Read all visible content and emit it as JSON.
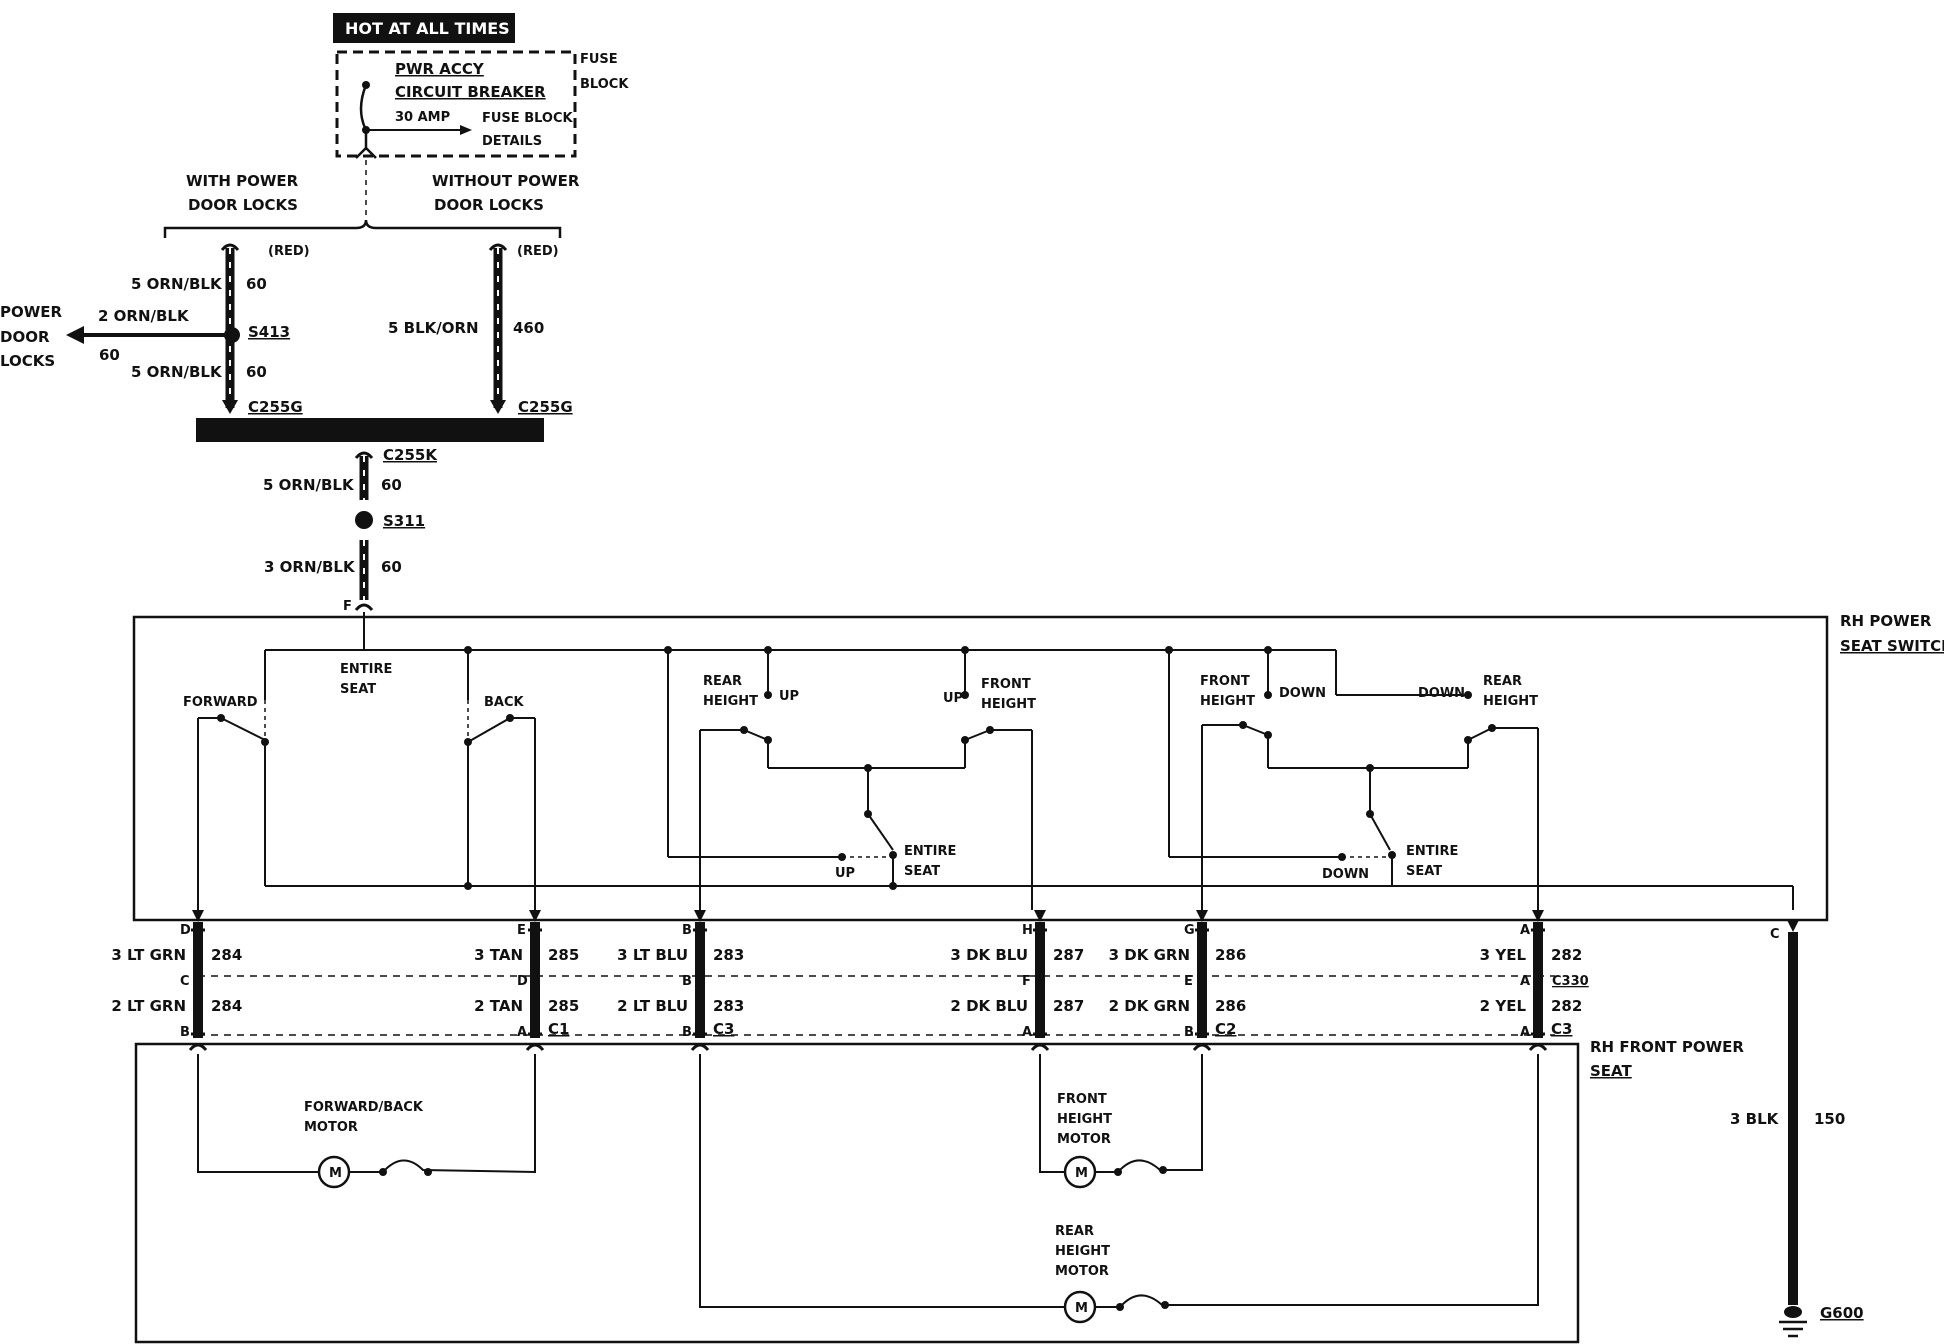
{
  "header": {
    "hot_at_all_times": "HOT AT ALL TIMES"
  },
  "fuse_block": {
    "label_line1": "FUSE",
    "label_line2": "BLOCK",
    "breaker_line1": "PWR ACCY",
    "breaker_line2": "CIRCUIT BREAKER",
    "rating": "30 AMP",
    "details_line1": "FUSE BLOCK",
    "details_line2": "DETAILS"
  },
  "branches": {
    "with_line1": "WITH POWER",
    "with_line2": "DOOR LOCKS",
    "without_line1": "WITHOUT POWER",
    "without_line2": "DOOR LOCKS",
    "red_left": "(RED)",
    "red_right": "(RED)"
  },
  "upper_wires": {
    "w1_label": "5 ORN/BLK",
    "w1_num": "60",
    "w2_label": "2 ORN/BLK",
    "w2_num": "60",
    "w3_label": "5 ORN/BLK",
    "w3_num": "60",
    "w4_label": "5 BLK/ORN",
    "w4_num": "460",
    "splice_s413": "S413",
    "c255g_left": "C255G",
    "c255g_right": "C255G",
    "c255k": "C255K",
    "w5_label": "5 ORN/BLK",
    "w5_num": "60",
    "splice_s311": "S311",
    "w6_label": "3 ORN/BLK",
    "w6_num": "60",
    "pin_f": "F",
    "power_door_locks_1": "POWER",
    "power_door_locks_2": "DOOR",
    "power_door_locks_3": "LOCKS"
  },
  "switch": {
    "title_line1": "RH POWER",
    "title_line2": "SEAT SWITCH",
    "forward": "FORWARD",
    "entire_seat_1": "ENTIRE",
    "entire_seat_2": "SEAT",
    "back": "BACK",
    "rear_height_1": "REAR",
    "rear_height_2": "HEIGHT",
    "up_1": "UP",
    "up_2": "UP",
    "front_height_1": "FRONT",
    "front_height_2": "HEIGHT",
    "entire_a_1": "ENTIRE",
    "entire_a_2": "SEAT",
    "up_3": "UP",
    "front_height_b1": "FRONT",
    "front_height_b2": "HEIGHT",
    "down_1": "DOWN",
    "down_2": "DOWN",
    "rear_height_b1": "REAR",
    "rear_height_b2": "HEIGHT",
    "entire_b_1": "ENTIRE",
    "entire_b_2": "SEAT",
    "down_3": "DOWN"
  },
  "lower_wires": [
    {
      "pin_top": "D",
      "top_label": "3 LT GRN",
      "num_top": "284",
      "pin_mid": "C",
      "bot_label": "2 LT GRN",
      "num_bot": "284",
      "pin_bot": "B",
      "conn": ""
    },
    {
      "pin_top": "E",
      "top_label": "3 TAN",
      "num_top": "285",
      "pin_mid": "D",
      "bot_label": "2 TAN",
      "num_bot": "285",
      "pin_bot": "A",
      "conn": "C1"
    },
    {
      "pin_top": "B",
      "top_label": "3 LT BLU",
      "num_top": "283",
      "pin_mid": "B",
      "bot_label": "2 LT BLU",
      "num_bot": "283",
      "pin_bot": "B",
      "conn": "C3"
    },
    {
      "pin_top": "H",
      "top_label": "3 DK BLU",
      "num_top": "287",
      "pin_mid": "F",
      "bot_label": "2 DK BLU",
      "num_bot": "287",
      "pin_bot": "A",
      "conn": ""
    },
    {
      "pin_top": "G",
      "top_label": "3 DK GRN",
      "num_top": "286",
      "pin_mid": "E",
      "bot_label": "2 DK GRN",
      "num_bot": "286",
      "pin_bot": "B",
      "conn": "C2"
    },
    {
      "pin_top": "A",
      "top_label": "3 YEL",
      "num_top": "282",
      "pin_mid": "A",
      "bot_label": "2 YEL",
      "num_bot": "282",
      "pin_bot": "A",
      "conn": "C3"
    }
  ],
  "c330": "C330",
  "ground": {
    "pin": "C",
    "label": "3 BLK",
    "num": "150",
    "ground_id": "G600"
  },
  "seat": {
    "title_line1": "RH FRONT POWER",
    "title_line2": "SEAT",
    "fb_motor_1": "FORWARD/BACK",
    "fb_motor_2": "MOTOR",
    "fh_motor_1": "FRONT",
    "fh_motor_2": "HEIGHT",
    "fh_motor_3": "MOTOR",
    "rh_motor_1": "REAR",
    "rh_motor_2": "HEIGHT",
    "rh_motor_3": "MOTOR",
    "motor_symbol": "M"
  }
}
